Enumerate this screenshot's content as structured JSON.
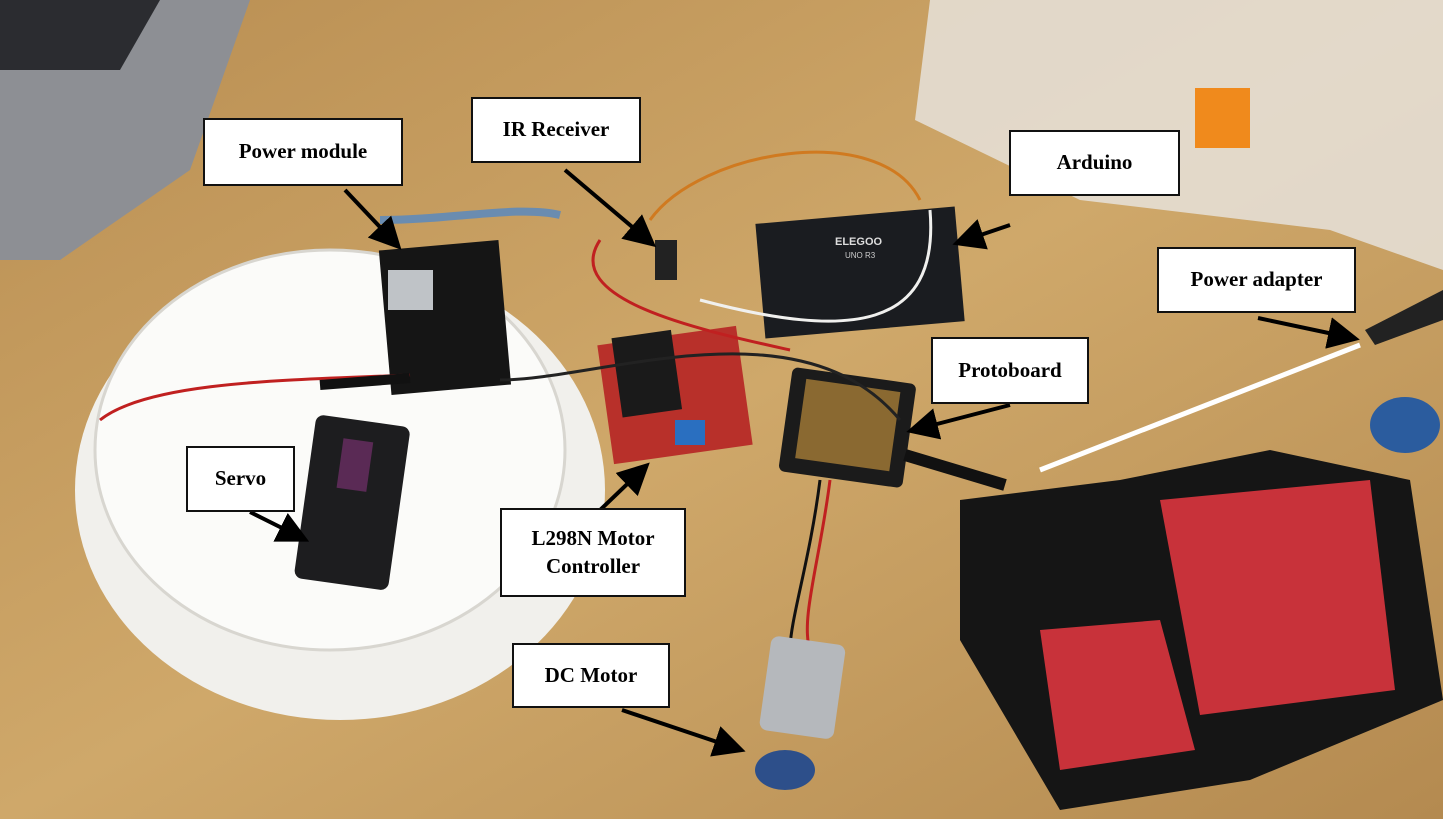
{
  "labels": {
    "power_module": "Power module",
    "ir_receiver": "IR Receiver",
    "arduino": "Arduino",
    "power_adapter": "Power adapter",
    "protoboard": "Protoboard",
    "servo": "Servo",
    "l298n_line1": "L298N Motor",
    "l298n_line2": "Controller",
    "dc_motor": "DC Motor"
  },
  "board_text": {
    "arduino_brand": "ELEGOO",
    "arduino_model": "UNO R3"
  },
  "colors": {
    "wood": "#c39a5e",
    "label_bg": "#ffffff",
    "arrow": "#000000",
    "card_red": "#c8323a"
  }
}
